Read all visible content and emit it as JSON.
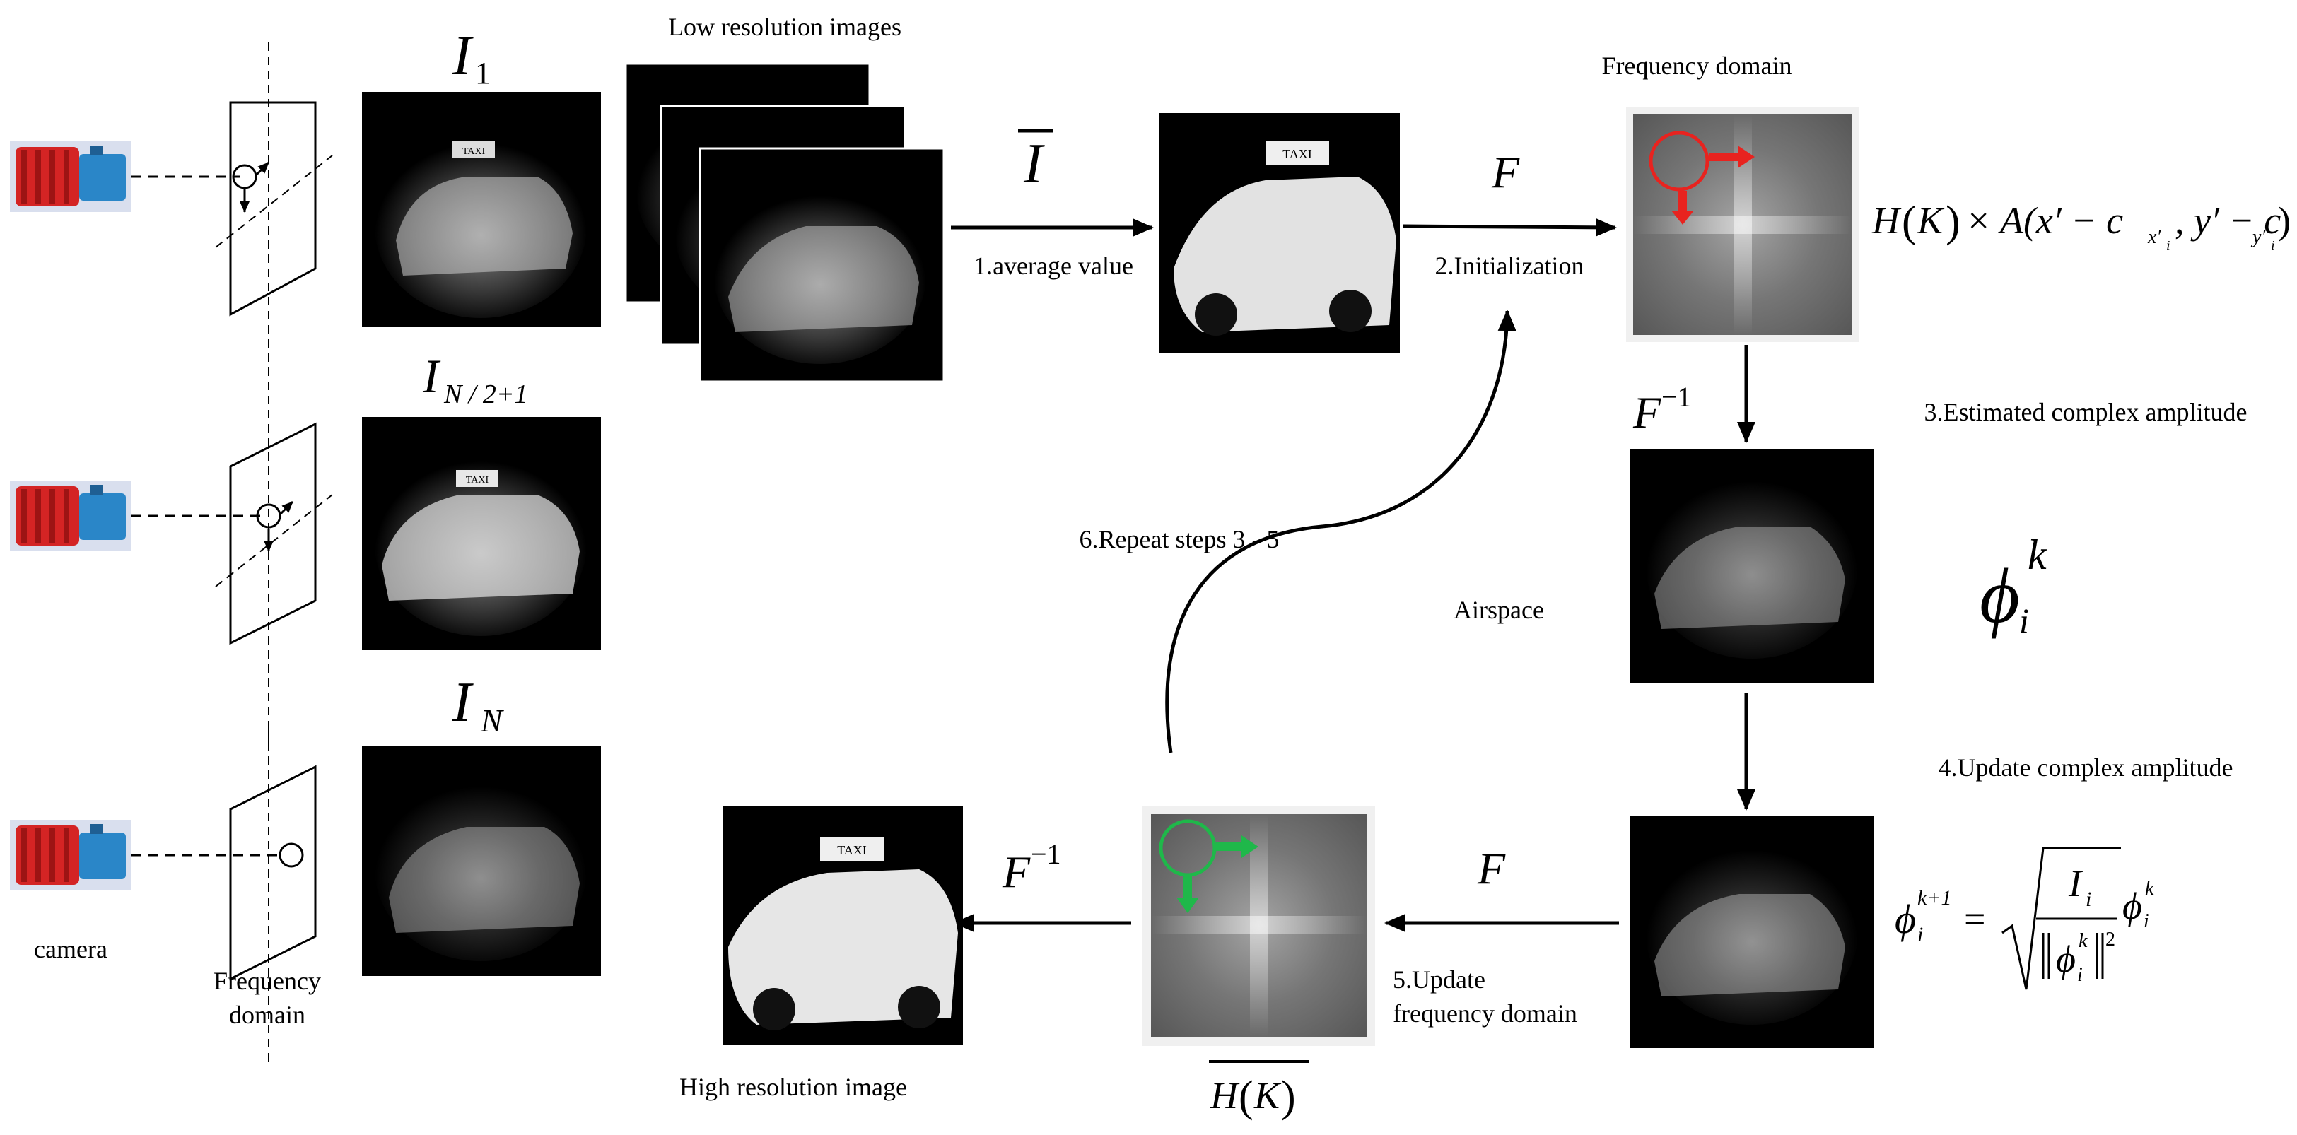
{
  "labels": {
    "low_res_images": "Low resolution images",
    "frequency_domain_top": "Frequency domain",
    "step1": "1.average value",
    "step2": "2.Initialization",
    "step3": "3.Estimated complex amplitude",
    "airspace": "Airspace",
    "step4": "4.Update complex amplitude",
    "step5_line1": "5.Update",
    "step5_line2": "frequency domain",
    "step6": "6.Repeat steps 3 - 5",
    "high_res": "High resolution image",
    "camera": "camera",
    "freq_domain_left_line1": "Frequency",
    "freq_domain_left_line2": "domain"
  },
  "math": {
    "i1_base": "I",
    "i1_sub": "1",
    "imid_base": "I",
    "imid_sub": "N / 2+1",
    "in_base": "I",
    "in_sub": "N",
    "ibar": "I",
    "f_top": "F",
    "finv_mid": "F",
    "finv_mid_sup": "−1",
    "f_bottom": "F",
    "finv_bottom": "F",
    "finv_bottom_sup": "−1",
    "phi": "ϕ",
    "phi_sub": "i",
    "phi_sup": "k",
    "h_formula_pre": "H",
    "h_formula_k": "K",
    "h_formula_rest": "× A(x′ − c",
    "h_sub_x": "x′",
    "h_sub_xi": "i",
    "h_mid": ", y′ − c",
    "h_sub_y": "y′",
    "h_sub_yi": "i",
    "h_close": ")",
    "hbar_h": "H",
    "hbar_k": "K",
    "upd_phi": "ϕ",
    "upd_sub": "i",
    "upd_sup": "k+1",
    "upd_eq": "=",
    "upd_num": "I",
    "upd_num_sub": "i",
    "upd_den_phi": "ϕ",
    "upd_den_sub": "i",
    "upd_den_sup": "k",
    "upd_den_pow": "2",
    "upd_tail_phi": "ϕ",
    "upd_tail_sub": "i",
    "upd_tail_sup": "k",
    "taxi": "TAXI"
  },
  "colors": {
    "arrow": "#000000",
    "camera_body": "#d42424",
    "camera_lens": "#2a86c8",
    "camera_bg": "#d9dfee",
    "red_marker": "#e8231f",
    "green_marker": "#1fb84a",
    "spectrum": "#6c6c6c"
  }
}
